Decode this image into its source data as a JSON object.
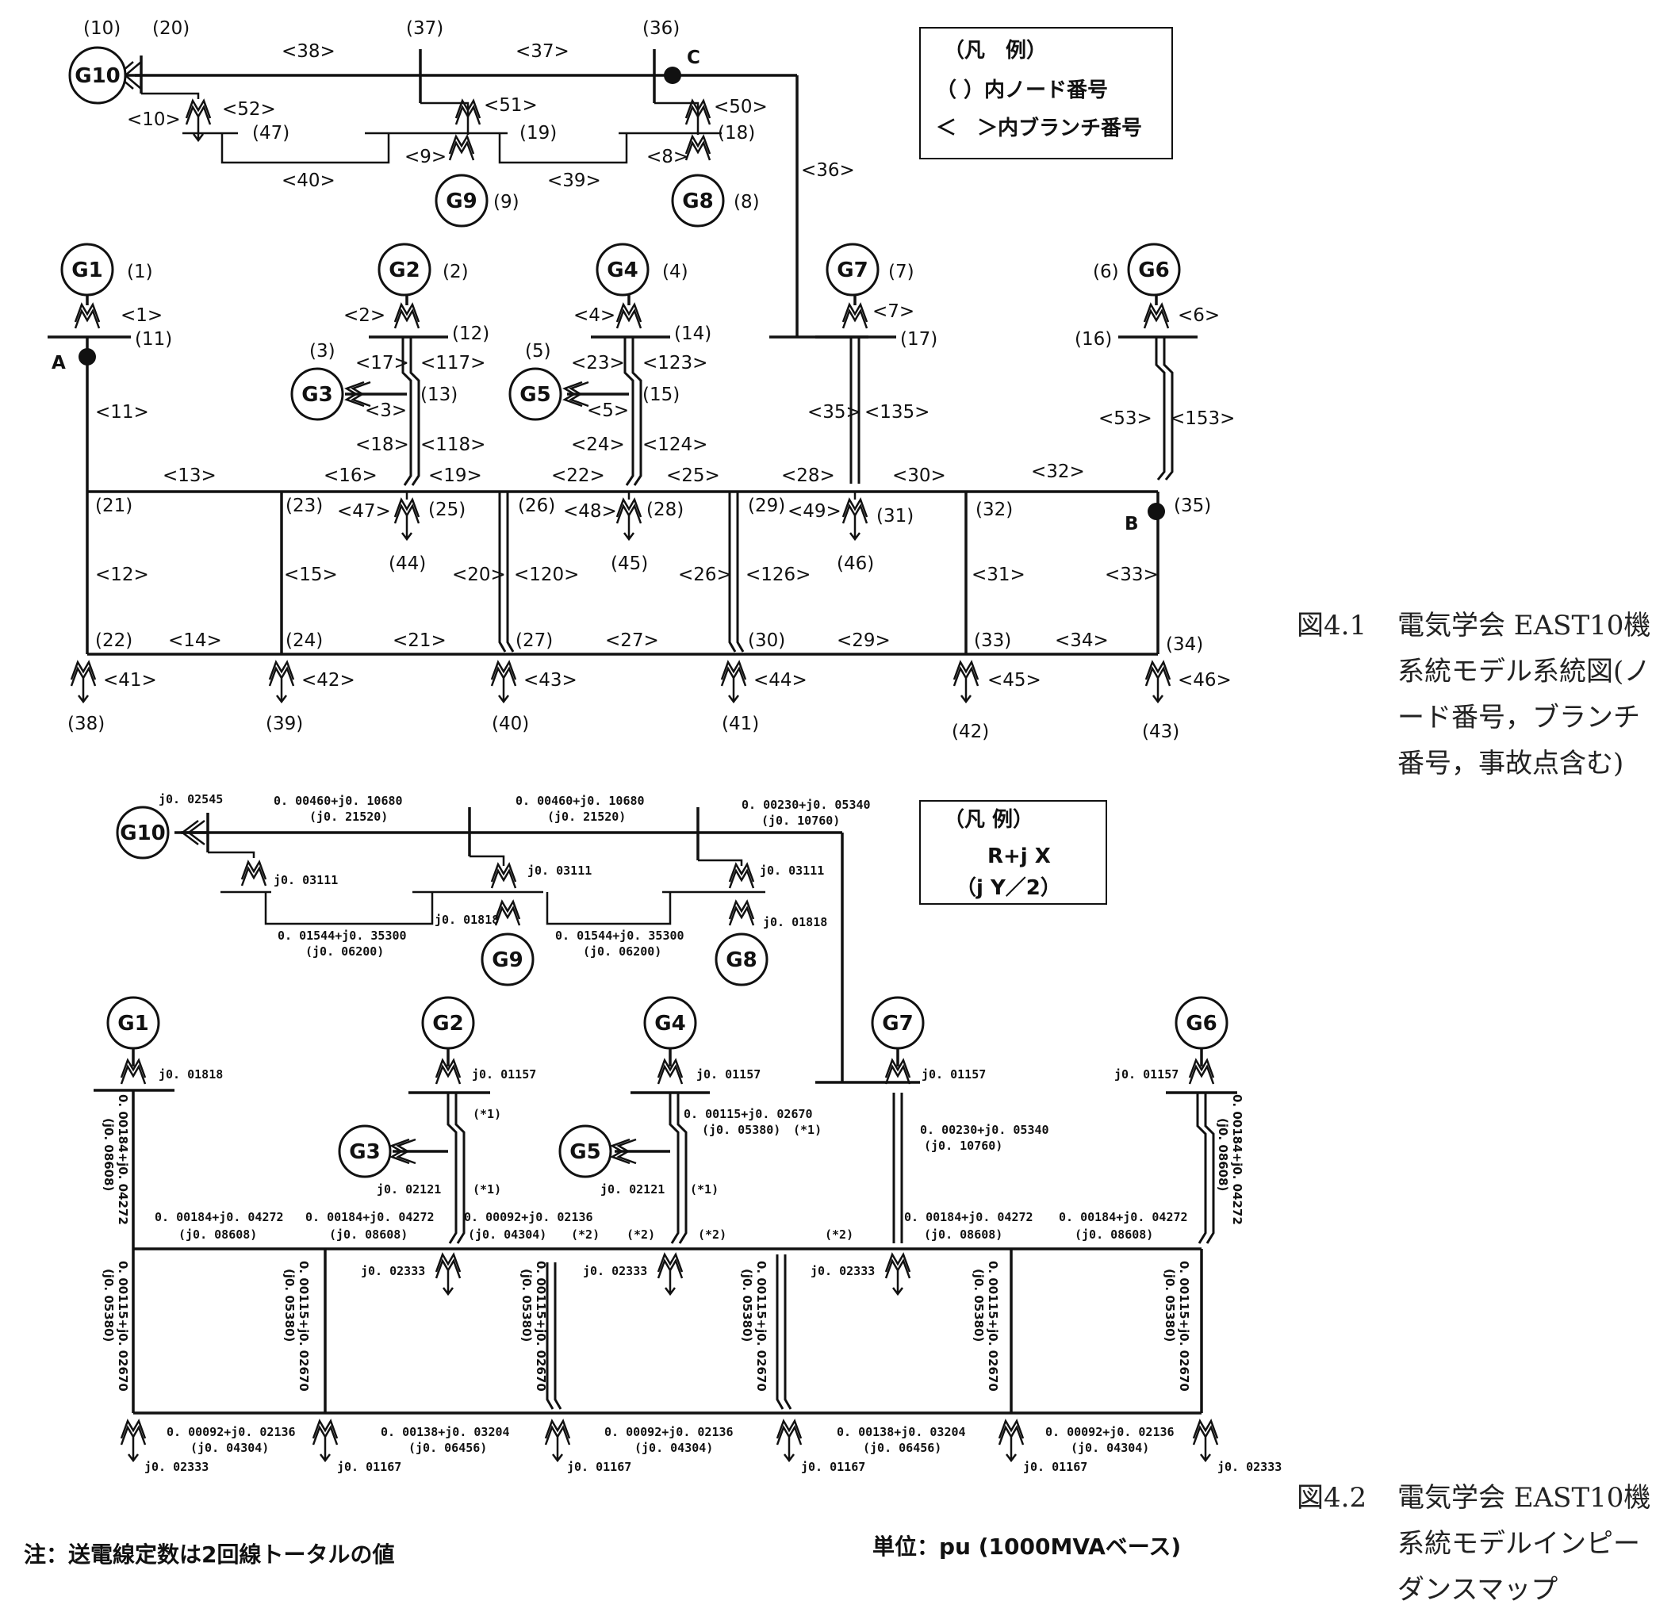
{
  "fig1": {
    "legend": {
      "title": "（凡　例）",
      "node_line": "（ ）内ノード番号",
      "branch_line": "＜　＞内ブランチ番号"
    },
    "fault_points": {
      "A": "A",
      "B": "B",
      "C": "C"
    },
    "generators": {
      "G1": "G1",
      "G2": "G2",
      "G3": "G3",
      "G4": "G4",
      "G5": "G5",
      "G6": "G6",
      "G7": "G7",
      "G8": "G8",
      "G9": "G9",
      "G10": "G10"
    },
    "nodes": {
      "n1": "(1)",
      "n2": "(2)",
      "n3": "(3)",
      "n4": "(4)",
      "n5": "(5)",
      "n6": "(6)",
      "n7": "(7)",
      "n8": "(8)",
      "n9": "(9)",
      "n10": "(10)",
      "n11": "(11)",
      "n12": "(12)",
      "n13": "(13)",
      "n14": "(14)",
      "n15": "(15)",
      "n16": "(16)",
      "n17": "(17)",
      "n18": "(18)",
      "n19": "(19)",
      "n20": "(20)",
      "n21": "(21)",
      "n22": "(22)",
      "n23": "(23)",
      "n24": "(24)",
      "n25": "(25)",
      "n26": "(26)",
      "n27": "(27)",
      "n28": "(28)",
      "n29": "(29)",
      "n30": "(30)",
      "n31": "(31)",
      "n32": "(32)",
      "n33": "(33)",
      "n34": "(34)",
      "n35": "(35)",
      "n36": "(36)",
      "n37": "(37)",
      "n38": "(38)",
      "n39": "(39)",
      "n40": "(40)",
      "n41": "(41)",
      "n42": "(42)",
      "n43": "(43)",
      "n44": "(44)",
      "n45": "(45)",
      "n46": "(46)",
      "n47": "(47)"
    },
    "branches": {
      "b1": "<1>",
      "b2": "<2>",
      "b3": "<3>",
      "b4": "<4>",
      "b5": "<5>",
      "b6": "<6>",
      "b7": "<7>",
      "b8": "<8>",
      "b9": "<9>",
      "b10": "<10>",
      "b11": "<11>",
      "b12": "<12>",
      "b13": "<13>",
      "b14": "<14>",
      "b15": "<15>",
      "b16": "<16>",
      "b17": "<17>",
      "b18": "<18>",
      "b19": "<19>",
      "b20": "<20>",
      "b21": "<21>",
      "b22": "<22>",
      "b23": "<23>",
      "b24": "<24>",
      "b25": "<25>",
      "b26": "<26>",
      "b27": "<27>",
      "b28": "<28>",
      "b29": "<29>",
      "b30": "<30>",
      "b31": "<31>",
      "b32": "<32>",
      "b33": "<33>",
      "b34": "<34>",
      "b35": "<35>",
      "b36": "<36>",
      "b37": "<37>",
      "b38": "<38>",
      "b39": "<39>",
      "b40": "<40>",
      "b41": "<41>",
      "b42": "<42>",
      "b43": "<43>",
      "b44": "<44>",
      "b45": "<45>",
      "b46": "<46>",
      "b47": "<47>",
      "b48": "<48>",
      "b49": "<49>",
      "b50": "<50>",
      "b51": "<51>",
      "b52": "<52>",
      "b53": "<53>",
      "b117": "<117>",
      "b118": "<118>",
      "b120": "<120>",
      "b123": "<123>",
      "b124": "<124>",
      "b126": "<126>",
      "b135": "<135>",
      "b153": "<153>"
    }
  },
  "fig2": {
    "legend": {
      "title": "（凡 例）",
      "line1": "R+j X",
      "line2": "（j Y／2）"
    },
    "values": {
      "g10_x": "j0. 02545",
      "l38_z": "0. 00460+j0. 10680",
      "l38_y": "(j0. 21520)",
      "l37_z": "0. 00460+j0. 10680",
      "l37_y": "(j0. 21520)",
      "l36_z": "0. 00230+j0. 05340",
      "l36_y": "(j0. 10760)",
      "t47": "j0. 03111",
      "t19": "j0. 03111",
      "t18": "j0. 03111",
      "g9_x": "j0. 01818",
      "g8_x": "j0. 01818",
      "l40_z": "0. 01544+j0. 35300",
      "l40_y": "(j0. 06200)",
      "l39_z": "0. 01544+j0. 35300",
      "l39_y": "(j0. 06200)",
      "g1_x": "j0. 01818",
      "g2_x": "j0. 01157",
      "g4_x": "j0. 01157",
      "g7_x": "j0. 01157",
      "g6_x": "j0. 01157",
      "g3_x": "j0. 02121",
      "g5_x": "j0. 02121",
      "l11_z": "0. 00184+j0. 04272",
      "l11_y": "(j0. 08608)",
      "l53_z": "0. 00184+j0. 04272",
      "l53_y": "(j0. 08608)",
      "l23_z": "0. 00115+j0. 02670",
      "l23_y": "(j0. 05380)",
      "l23_tag": "(*1)",
      "l35_z": "0. 00230+j0. 05340",
      "l35_y": "(j0. 10760)",
      "star1a": "(*1)",
      "star1b": "(*1)",
      "star1c": "(*1)",
      "l13_z": "0. 00184+j0. 04272",
      "l13_y": "(j0. 08608)",
      "l16_z": "0. 00184+j0. 04272",
      "l16_y": "(j0. 08608)",
      "l19_z": "0. 00092+j0. 02136",
      "l19_y": "(j0. 04304)",
      "star2a": "(*2)",
      "star2b": "(*2)",
      "star2c": "(*2)",
      "star2d": "(*2)",
      "l28_z": "0. 00184+j0. 04272",
      "l28_y": "(j0. 08608)",
      "l32_z": "0. 00184+j0. 04272",
      "l32_y": "(j0. 08608)",
      "ld25": "j0. 02333",
      "ld28": "j0. 02333",
      "ld31": "j0. 02333",
      "v12_z": "0. 00115+j0. 02670",
      "v12_y": "(j0. 05380)",
      "v15_z": "0. 00115+j0. 02670",
      "v15_y": "(j0. 05380)",
      "v20_z": "0. 00115+j0. 02670",
      "v20_y": "(j0. 05380)",
      "v26_z": "0. 00115+j0. 02670",
      "v26_y": "(j0. 05380)",
      "v31_z": "0. 00115+j0. 02670",
      "v31_y": "(j0. 05380)",
      "v33_z": "0. 00115+j0. 02670",
      "v33_y": "(j0. 05380)",
      "l14_z": "0. 00092+j0. 02136",
      "l14_y": "(j0. 04304)",
      "l21_z": "0. 00138+j0. 03204",
      "l21_y": "(j0. 06456)",
      "l27_z": "0. 00092+j0. 02136",
      "l27_y": "(j0. 04304)",
      "l29_z": "0. 00138+j0. 03204",
      "l29_y": "(j0. 06456)",
      "l34_z": "0. 00092+j0. 02136",
      "l34_y": "(j0. 04304)",
      "ld38": "j0. 02333",
      "ld39": "j0. 01167",
      "ld40": "j0. 01167",
      "ld41": "j0. 01167",
      "ld42": "j0. 01167",
      "ld43": "j0. 02333"
    }
  },
  "captions": {
    "fig1_num": "図4.1",
    "fig1_l1": "電気学会 EAST10機",
    "fig1_l2": "系統モデル系統図(ノ",
    "fig1_l3": "ード番号，ブランチ",
    "fig1_l4": "番号，事故点含む)",
    "fig2_num": "図4.2",
    "fig2_l1": "電気学会 EAST10機",
    "fig2_l2": "系統モデルインピー",
    "fig2_l3": "ダンスマップ"
  },
  "notes": {
    "note": "注：送電線定数は2回線トータルの値",
    "unit": "単位：pu (1000MVAベース)"
  }
}
